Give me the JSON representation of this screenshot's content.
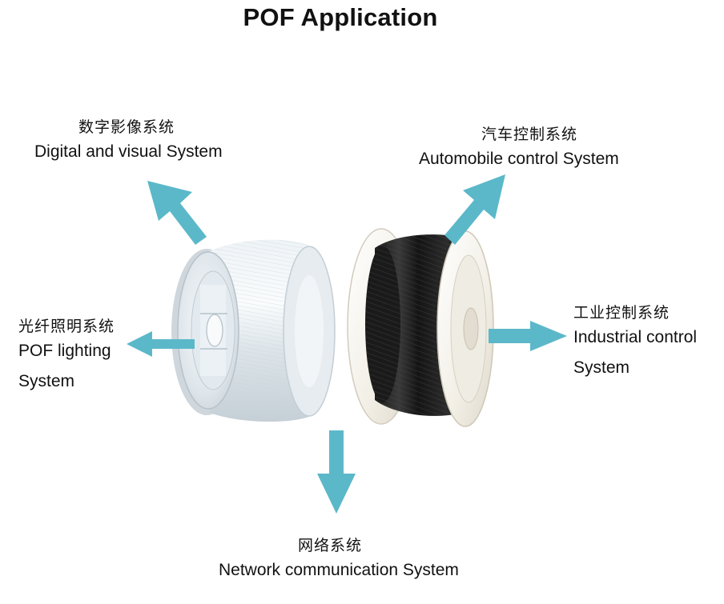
{
  "title": "POF Application",
  "accent_color": "#5bb8c9",
  "applications": [
    {
      "id": "digital",
      "zh": "数字影像系统",
      "en": [
        "Digital and visual System"
      ]
    },
    {
      "id": "automobile",
      "zh": "汽车控制系统",
      "en": [
        "Automobile control System"
      ]
    },
    {
      "id": "lighting",
      "zh": "光纤照明系统",
      "en": [
        "POF lighting",
        "System"
      ]
    },
    {
      "id": "industrial",
      "zh": "工业控制系统",
      "en": [
        "Industrial control",
        "System"
      ]
    },
    {
      "id": "network",
      "zh": "网络系统",
      "en": [
        "Network communication System"
      ]
    }
  ],
  "products": [
    {
      "id": "clear-spool",
      "icon": "transparent-fiber-spool-icon"
    },
    {
      "id": "black-spool",
      "icon": "black-jacketed-fiber-spool-icon"
    }
  ]
}
